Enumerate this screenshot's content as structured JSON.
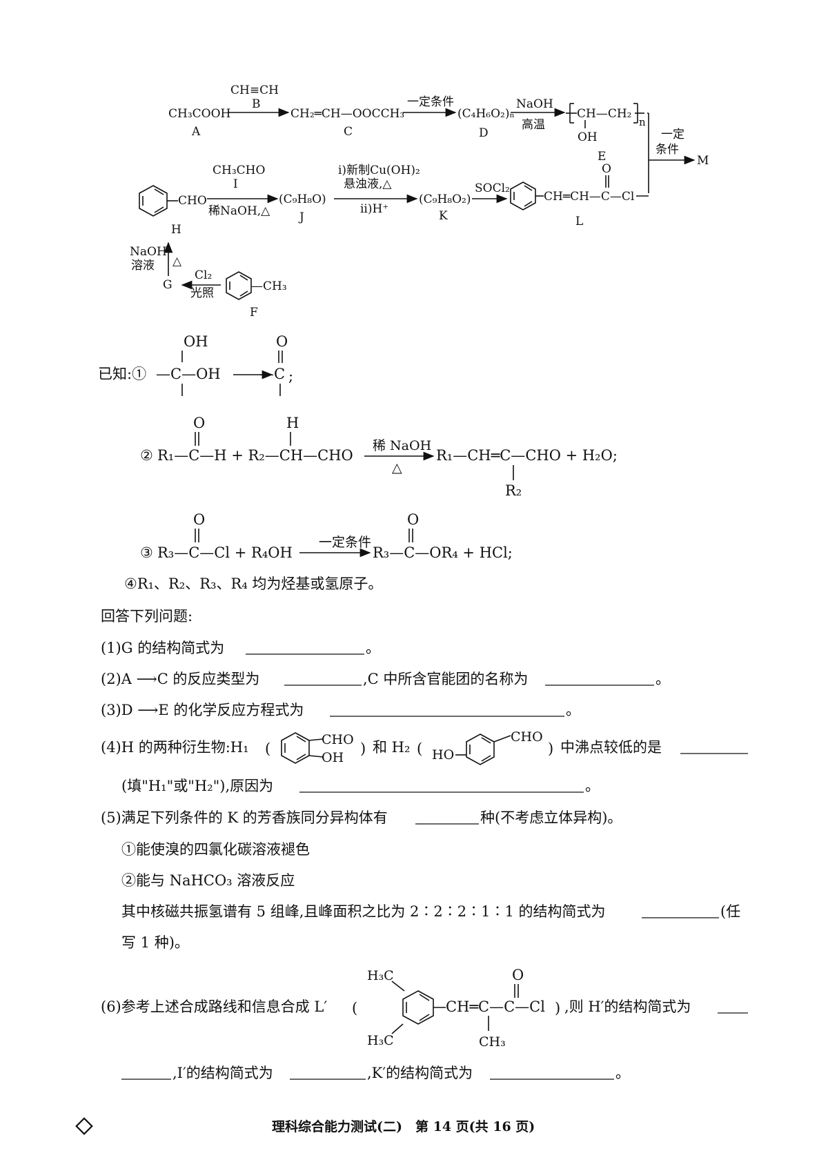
{
  "scheme": {
    "A_formula": "CH₃COOH",
    "A_label": "A",
    "B_formula": "CH≡CH",
    "B_label": "B",
    "C_formula": "CH₂═CH—OOCCH₃",
    "C_label": "C",
    "cond_AB": "一定条件",
    "D_formula": "(C₄H₆O₂)ₙ",
    "D_label": "D",
    "cond_DE_top": "NaOH",
    "cond_DE_bottom": "高温",
    "E_chain": "CH—CH₂",
    "E_OH": "OH",
    "E_label": "E",
    "E_n": "n",
    "cond_ELM_1": "一定",
    "cond_ELM_2": "条件",
    "M_label": "M",
    "H_cho": "CHO",
    "H_label": "H",
    "I_formula": "CH₃CHO",
    "I_label": "I",
    "cond_HJ": "稀NaOH,△",
    "J_formula": "(C₉H₈O)",
    "J_label": "J",
    "cond_JK_1": "i)新制Cu(OH)₂",
    "cond_JK_2": "悬浊液,△",
    "cond_JK_3": "ii)H⁺",
    "K_formula": "(C₉H₈O₂)",
    "K_label": "K",
    "cond_KL": "SOCl₂",
    "L_chain": "CH═CH—C—Cl",
    "L_O": "O",
    "L_label": "L",
    "cond_GH_1": "NaOH",
    "cond_GH_2": "溶液",
    "cond_GH_3": "△",
    "G_label": "G",
    "cond_FG_1": "Cl₂",
    "cond_FG_2": "光照",
    "F_ch3": "—CH₃",
    "F_label": "F"
  },
  "known": {
    "intro": "已知:①",
    "r1_OH_top": "OH",
    "r1_main": "—C—OH",
    "r1_O": "O",
    "r1_product": "—C",
    "r1_end": ";",
    "r2_num": "②",
    "r2_a": "R₁—C—H + R₂—CH—CHO",
    "r2_O": "O",
    "r2_H": "H",
    "r2_cond_top": "稀 NaOH",
    "r2_cond_bottom": "△",
    "r2_product": "R₁—CH═C—CHO + H₂O;",
    "r2_R2": "R₂",
    "r3_num": "③",
    "r3_a": "R₃—C—Cl + R₄OH",
    "r3_O": "O",
    "r3_cond": "一定条件",
    "r3_product": "R₃—C—OR₄ + HCl;",
    "r4": "④R₁、R₂、R₃、R₄ 均为烃基或氢原子。"
  },
  "questions": {
    "intro": "回答下列问题:",
    "q1": "(1)G 的结构简式为",
    "q1_end": "。",
    "q2a": "(2)A ⟶C 的反应类型为",
    "q2b": ",C 中所含官能团的名称为",
    "q2_end": "。",
    "q3": "(3)D ⟶E 的化学反应方程式为",
    "q3_end": "。",
    "q4a": "(4)H 的两种衍生物:H₁",
    "q4_H1_cho": "CHO",
    "q4_H1_oh": "OH",
    "q4b": "和 H₂",
    "q4_H2_ho": "HO",
    "q4_H2_cho": "CHO",
    "q4c": "中沸点较低的是",
    "q4d": "(填\"H₁\"或\"H₂\"),原因为",
    "q4_end": "。",
    "q5a": "(5)满足下列条件的 K 的芳香族同分异构体有",
    "q5b": "种(不考虑立体异构)。",
    "q5_c1": "①能使溴的四氯化碳溶液褪色",
    "q5_c2": "②能与 NaHCO₃ 溶液反应",
    "q5_c3": "其中核磁共振氢谱有 5 组峰,且峰面积之比为 2∶2∶2∶1∶1 的结构简式为",
    "q5_c3_end": "(任",
    "q5_c4": "写 1 种)。",
    "q6a": "(6)参考上述合成路线和信息合成 L′",
    "q6_ch3_top": "H₃C",
    "q6_ch3_bottom": "H₃C",
    "q6_chain": "CH═C—C—Cl",
    "q6_O": "O",
    "q6_CH3": "CH₃",
    "q6b": ",则 H′的结构简式为",
    "q6c": ",I′的结构简式为",
    "q6d": ",K′的结构简式为",
    "q6_end": "。"
  },
  "footer": {
    "text": "理科综合能力测试(二)　第 14 页(共 16 页)"
  }
}
